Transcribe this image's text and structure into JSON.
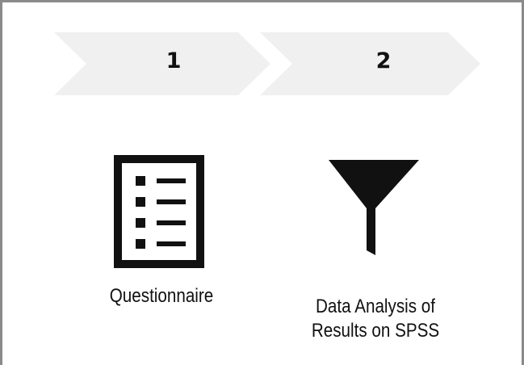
{
  "steps": [
    {
      "number": "1",
      "icon": "checklist-icon",
      "label": "Questionnaire"
    },
    {
      "number": "2",
      "icon": "funnel-icon",
      "label": "Data Analysis of\nResults on SPSS"
    }
  ],
  "colors": {
    "chevron_fill": "#f0f0f0",
    "icon_fill": "#111111",
    "border": "#8a8a8a",
    "text": "#111111"
  }
}
